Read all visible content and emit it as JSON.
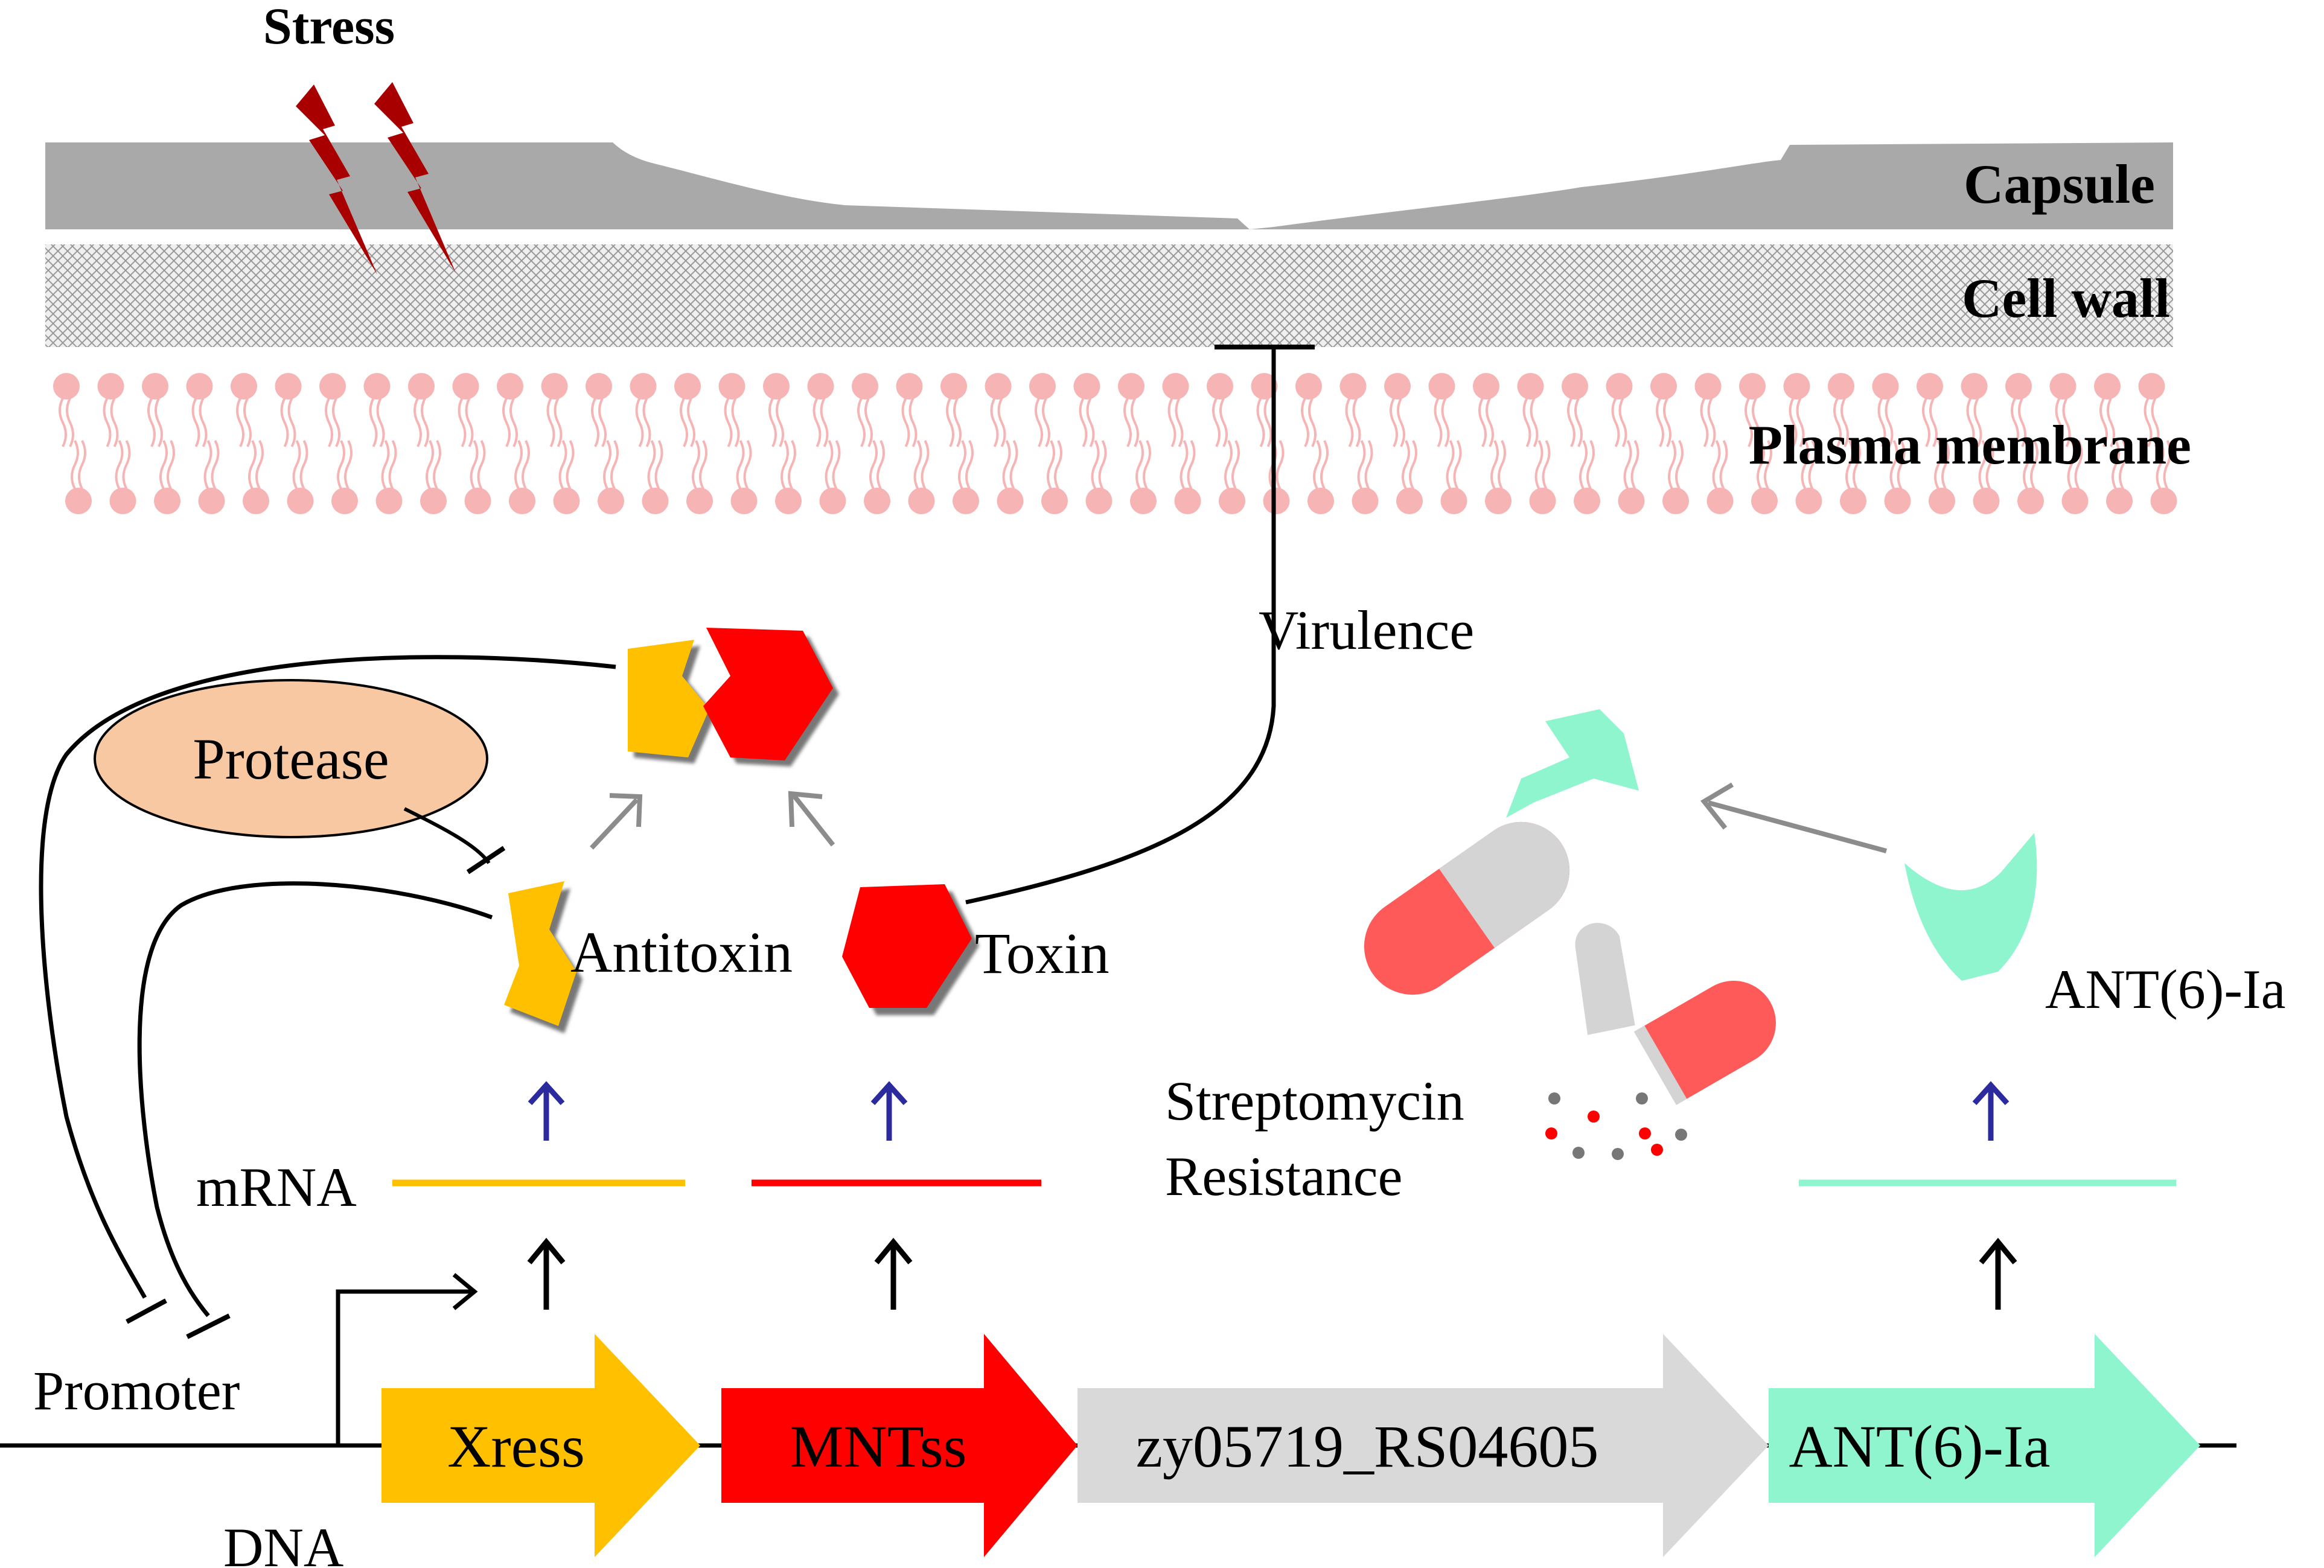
{
  "labels": {
    "stress": "Stress",
    "capsule": "Capsule",
    "cell_wall": "Cell wall",
    "plasma_membrane": "Plasma membrane",
    "virulence": "Virulence",
    "protease": "Protease",
    "antitoxin": "Antitoxin",
    "toxin": "Toxin",
    "streptomycin_line1": "Streptomycin",
    "streptomycin_line2": "Resistance",
    "ant_protein": "ANT(6)-Ia",
    "mrna": "mRNA",
    "promoter": "Promoter",
    "dna": "DNA"
  },
  "genes": [
    {
      "name": "Xress",
      "color": "#FFC000"
    },
    {
      "name": "MNTss",
      "color": "#FF0000"
    },
    {
      "name": "zy05719_RS04605",
      "color": "#D9D9D9"
    },
    {
      "name": "ANT(6)-Ia",
      "color": "#8FF5CF"
    }
  ],
  "colors": {
    "capsule": "#A9A9A9",
    "membrane": "#F6B4B4",
    "antitoxin": "#FFC000",
    "toxin": "#FF0000",
    "ant": "#8FF5CF",
    "protease": "#F8C8A2",
    "stress": "#A80000",
    "translation_arrow": "#2B2B9E"
  }
}
